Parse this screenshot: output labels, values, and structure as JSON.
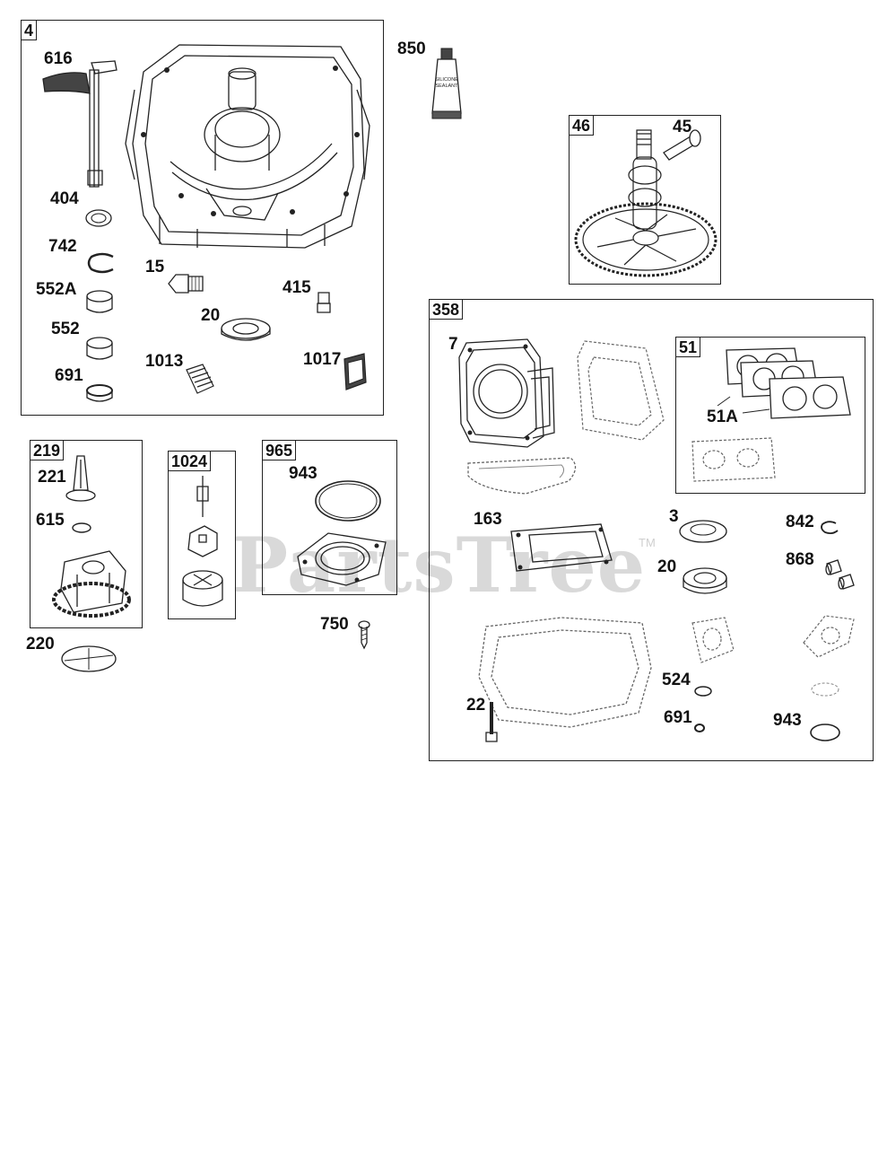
{
  "watermark": {
    "text": "PartsTree",
    "tm": "TM"
  },
  "sealant_label_text": [
    "SILICONE",
    "SEALANT"
  ],
  "groups": {
    "g4": {
      "tag": "4",
      "labels": {
        "p616": "616",
        "p404": "404",
        "p742": "742",
        "p552a": "552A",
        "p552": "552",
        "p691": "691",
        "p15": "15",
        "p415": "415",
        "p20": "20",
        "p1013": "1013",
        "p1017": "1017"
      }
    },
    "g850": {
      "label": "850"
    },
    "g46": {
      "tag": "46",
      "labels": {
        "p45": "45"
      }
    },
    "g358": {
      "tag": "358",
      "labels": {
        "p7": "7",
        "p163": "163",
        "p3": "3",
        "p20": "20",
        "p842": "842",
        "p868": "868",
        "p524": "524",
        "p691": "691",
        "p22": "22",
        "p943": "943"
      }
    },
    "g51": {
      "tag": "51",
      "labels": {
        "p51a": "51A"
      }
    },
    "g219": {
      "tag": "219",
      "labels": {
        "p221": "221",
        "p615": "615"
      }
    },
    "g220": {
      "label": "220"
    },
    "g1024": {
      "tag": "1024"
    },
    "g965": {
      "tag": "965",
      "labels": {
        "p943": "943"
      }
    },
    "g750": {
      "label": "750"
    }
  }
}
